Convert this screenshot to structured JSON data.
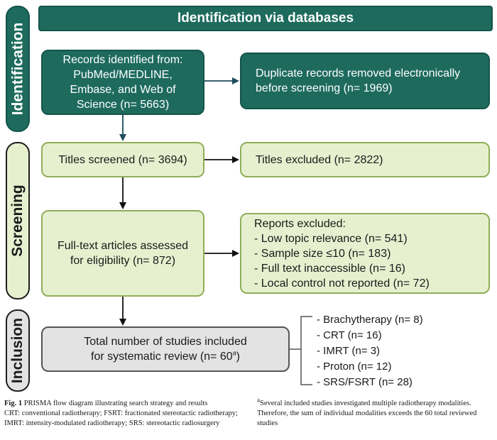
{
  "stages": {
    "identification": "Identification",
    "screening": "Screening",
    "inclusion": "Inclusion"
  },
  "header": "Identification via databases",
  "boxes": {
    "records": [
      "Records identified from:",
      "PubMed/MEDLINE,",
      "Embase, and Web of",
      "Science (n= 5663)"
    ],
    "duplicates": [
      "Duplicate records removed electronically",
      "before screening (n= 1969)"
    ],
    "titles_screened": "Titles screened (n= 3694)",
    "titles_excluded": "Titles excluded (n= 2822)",
    "fulltext": [
      "Full-text articles assessed",
      "for eligibility (n= 872)"
    ],
    "reports_excluded_title": "Reports excluded:",
    "reports_excluded": [
      "- Low topic relevance (n= 541)",
      "- Sample size ≤10 (n= 183)",
      "- Full text inaccessible (n= 16)",
      "- Local control not reported (n= 72)"
    ],
    "included_line1": "Total number of studies included",
    "included_line2": "for systematic review (n= 60",
    "included_sup": "a",
    "included_close": ")"
  },
  "modalities": [
    "- Brachytherapy (n= 8)",
    "- CRT (n= 16)",
    "- IMRT (n= 3)",
    "- Proton (n= 12)",
    "- SRS/FSRT (n= 28)"
  ],
  "caption": {
    "fig_label": "Fig. 1",
    "fig_text": "PRISMA flow diagram illustrating search strategy and results",
    "abbrev": "CRT: conventional radiotherapy; FSRT: fractionated stereotactic radiotherapy; IMRT: intensity-modulated radiotherapy; SRS: stereotactic radiosurgery",
    "footnote_sup": "a",
    "footnote": "Several included studies investigated multiple radiotherapy modalities. Therefore, the sum of individual modalities exceeds the 60 total reviewed studies"
  },
  "colors": {
    "dark_teal": "#1e6b5e",
    "light_green": "#e6f0cf",
    "grey": "#e3e3e3"
  }
}
